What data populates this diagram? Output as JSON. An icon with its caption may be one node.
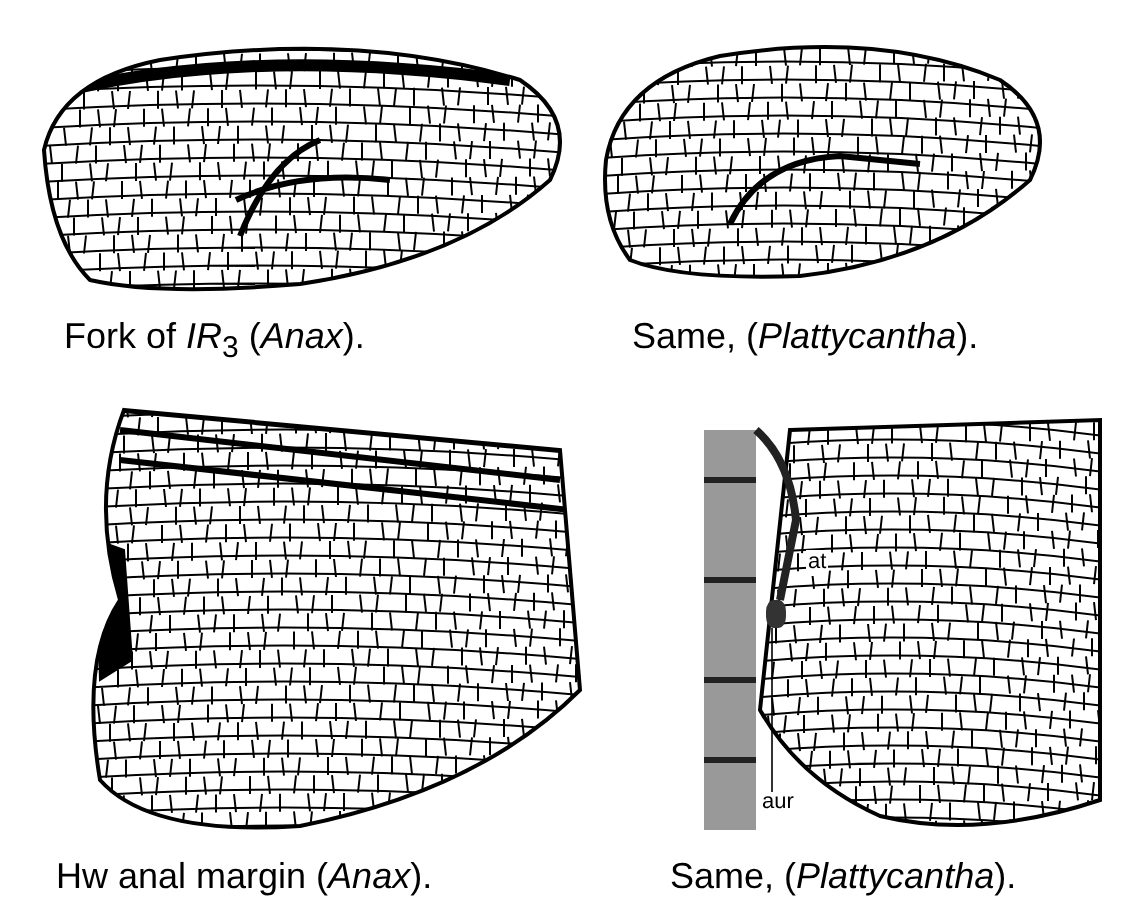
{
  "diagram": {
    "nodes": [
      {
        "text": [
          "aur"
        ]
      },
      {
        "text": [],
        "shape": "picture"
      }
    ],
    "edges": [
      {
        "from": 0,
        "to": 1,
        "arrow": "none"
      }
    ],
    "labels": [
      "Fork of *IR*$_{3}$ (*Anax*).",
      "Same, (*Plattycantha*).",
      "Hw anal margin (*Anax*).",
      "Same, (*Plattycantha*).",
      "at"
    ]
  }
}
